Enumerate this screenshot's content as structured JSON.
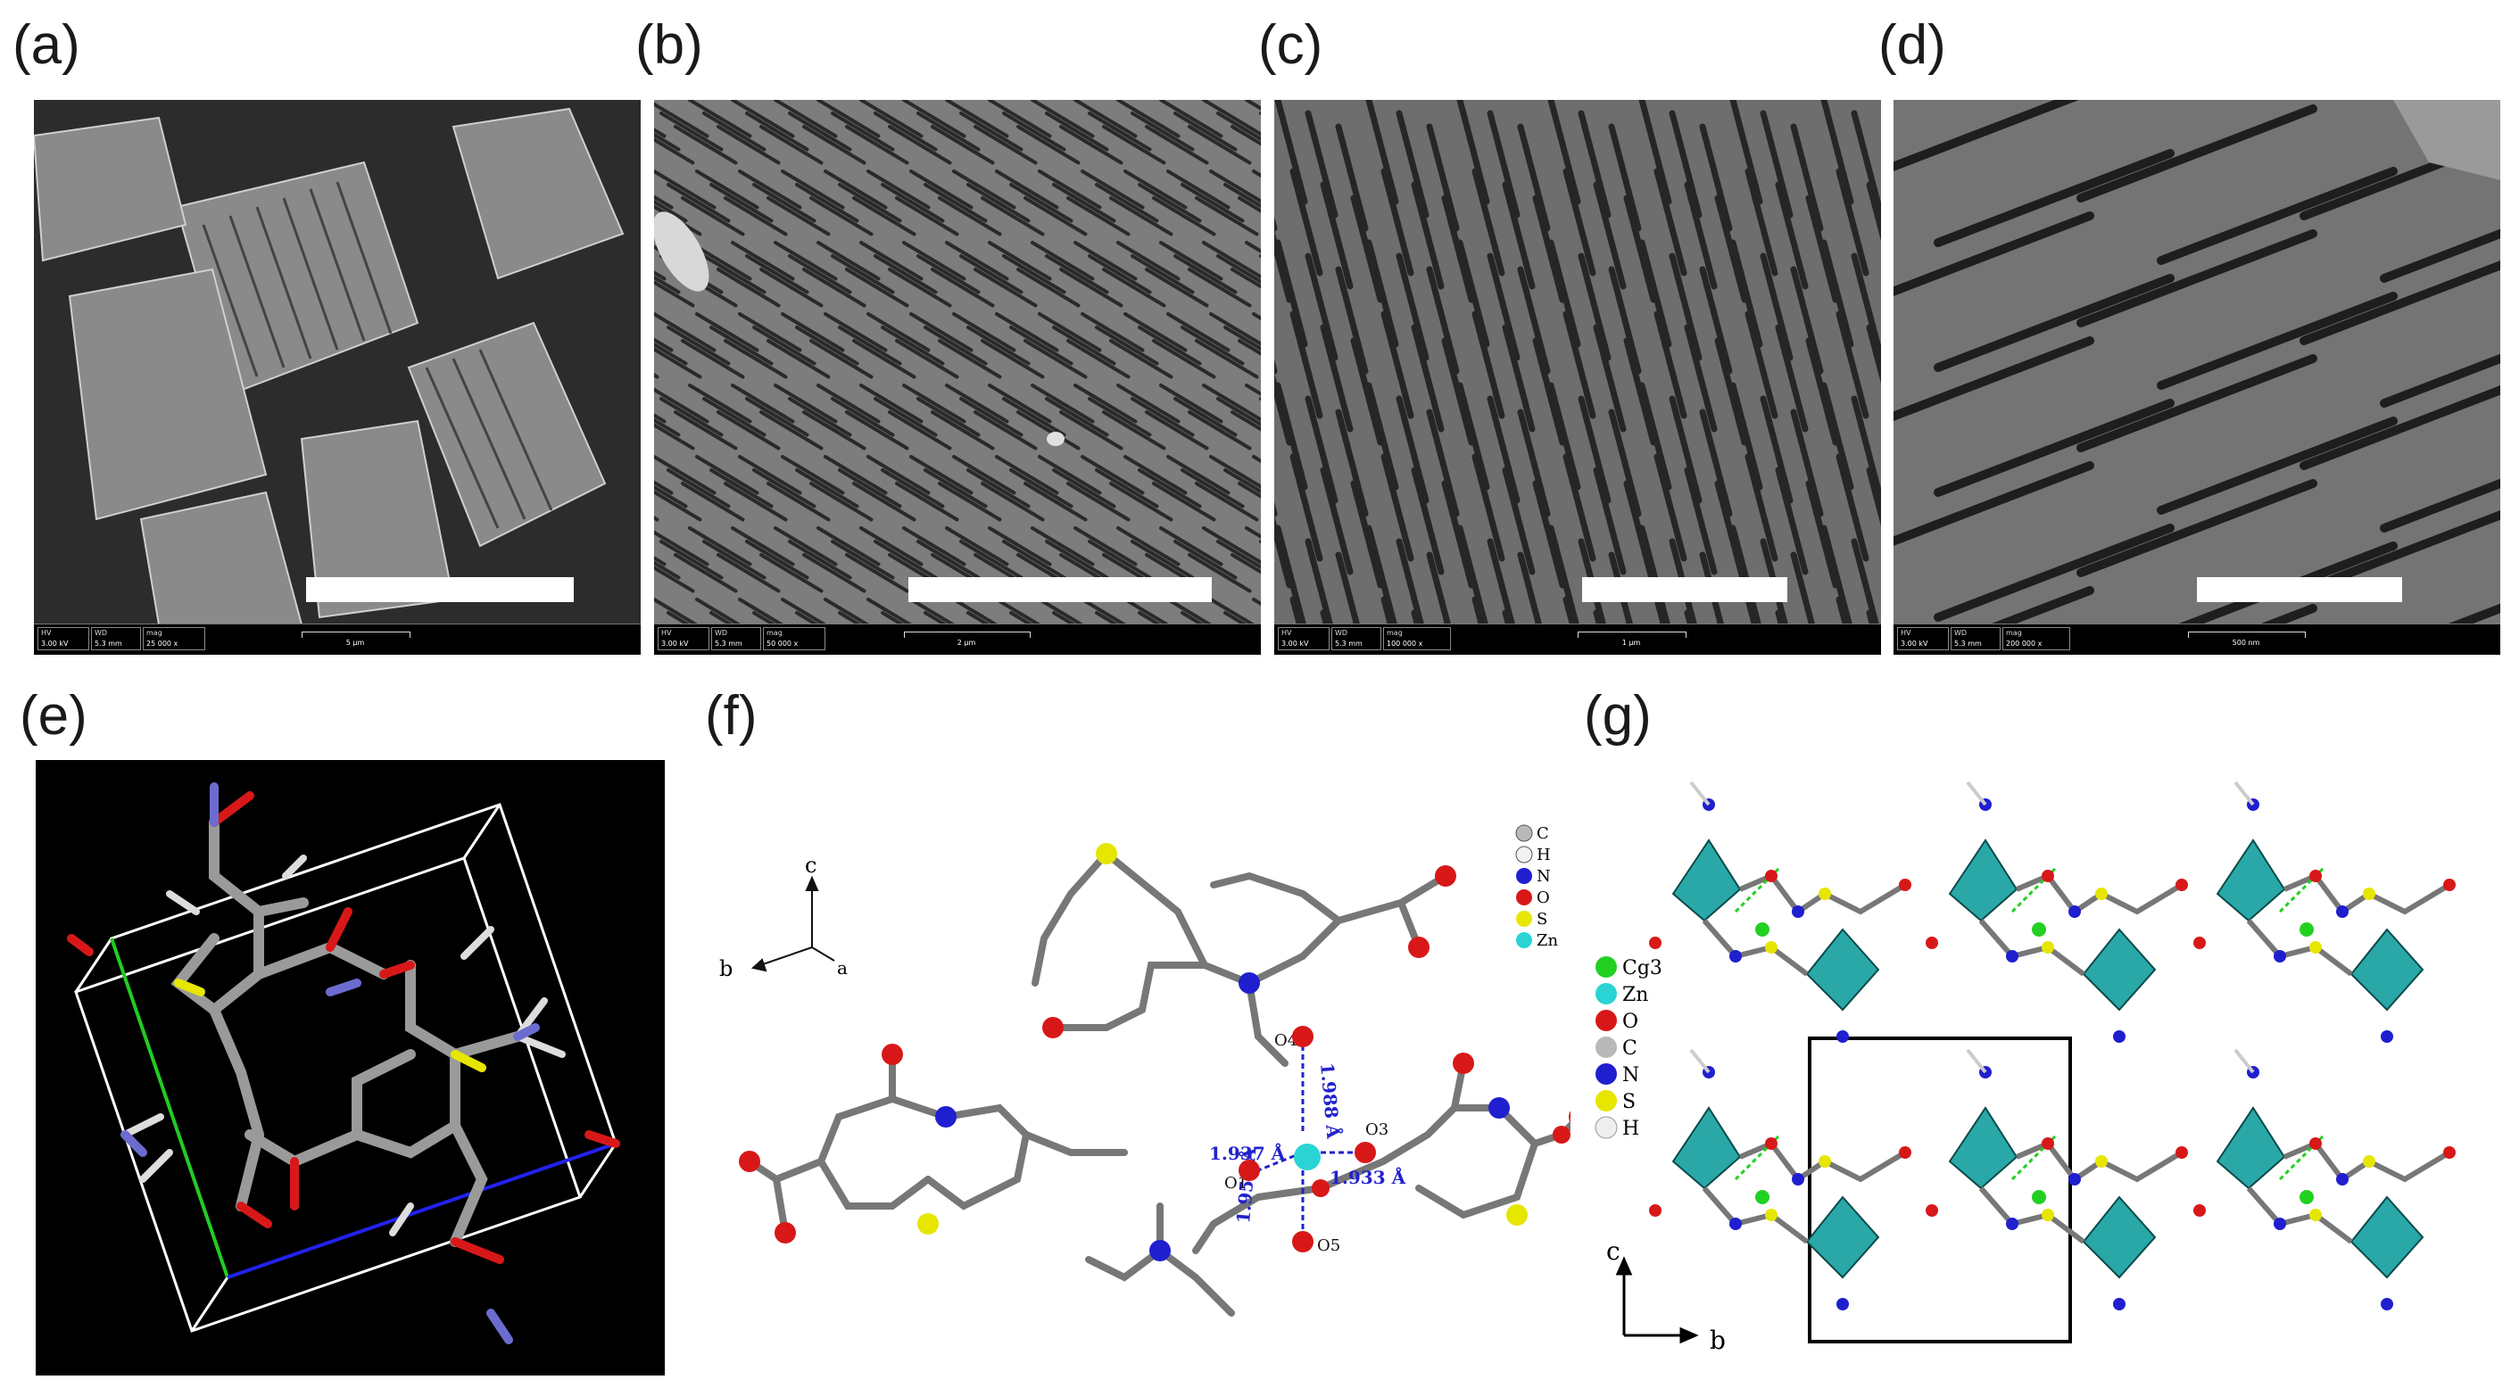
{
  "panel_labels": {
    "a": "(a)",
    "b": "(b)",
    "c": "(c)",
    "d": "(d)",
    "e": "(e)",
    "f": "(f)",
    "g": "(g)"
  },
  "sem_panels": [
    {
      "id": "a",
      "hv_label": "HV",
      "hv": "3.00 kV",
      "wd_label": "WD",
      "wd": "5.3 mm",
      "mag_label": "mag",
      "mag": "25 000 x",
      "scale": "5 μm"
    },
    {
      "id": "b",
      "hv_label": "HV",
      "hv": "3.00 kV",
      "wd_label": "WD",
      "wd": "5.3 mm",
      "mag_label": "mag",
      "mag": "50 000 x",
      "scale": "2 μm"
    },
    {
      "id": "c",
      "hv_label": "HV",
      "hv": "3.00 kV",
      "wd_label": "WD",
      "wd": "5.3 mm",
      "mag_label": "mag",
      "mag": "100 000 x",
      "scale": "1 μm"
    },
    {
      "id": "d",
      "hv_label": "HV",
      "hv": "3.00 kV",
      "wd_label": "WD",
      "wd": "5.3 mm",
      "mag_label": "mag",
      "mag": "200 000 x",
      "scale": "500 nm"
    }
  ],
  "panel_f": {
    "axes": {
      "c": "c",
      "b": "b",
      "a": "a"
    },
    "legend": [
      {
        "symbol": "C",
        "color": "#b9b9b9"
      },
      {
        "symbol": "H",
        "color": "#f2f2f2"
      },
      {
        "symbol": "N",
        "color": "#1f1fd0"
      },
      {
        "symbol": "O",
        "color": "#d81818"
      },
      {
        "symbol": "S",
        "color": "#e6e600"
      },
      {
        "symbol": "Zn",
        "color": "#2ad4d4"
      }
    ],
    "atom_labels": {
      "o1": "O1",
      "o3": "O3",
      "o4": "O4",
      "o5": "O5"
    },
    "bond_lengths": {
      "zn_o4": "1.988 Å",
      "zn_o1": "1.937 Å",
      "zn_o3": "1.933 Å",
      "zn_o5": "1.954 Å"
    }
  },
  "panel_g": {
    "legend": [
      {
        "symbol": "Cg3",
        "color": "#22d022"
      },
      {
        "symbol": "Zn",
        "color": "#2ad4d4"
      },
      {
        "symbol": "O",
        "color": "#d81818"
      },
      {
        "symbol": "C",
        "color": "#b9b9b9"
      },
      {
        "symbol": "N",
        "color": "#1f1fd0"
      },
      {
        "symbol": "S",
        "color": "#e6e600"
      },
      {
        "symbol": "H",
        "color": "#f2f2f2"
      }
    ],
    "axes": {
      "c": "c",
      "b": "b"
    }
  },
  "colors": {
    "zn_polyhedron": "#2aa8a8",
    "cell_edge": "#000000",
    "hbond": "#22d022"
  }
}
